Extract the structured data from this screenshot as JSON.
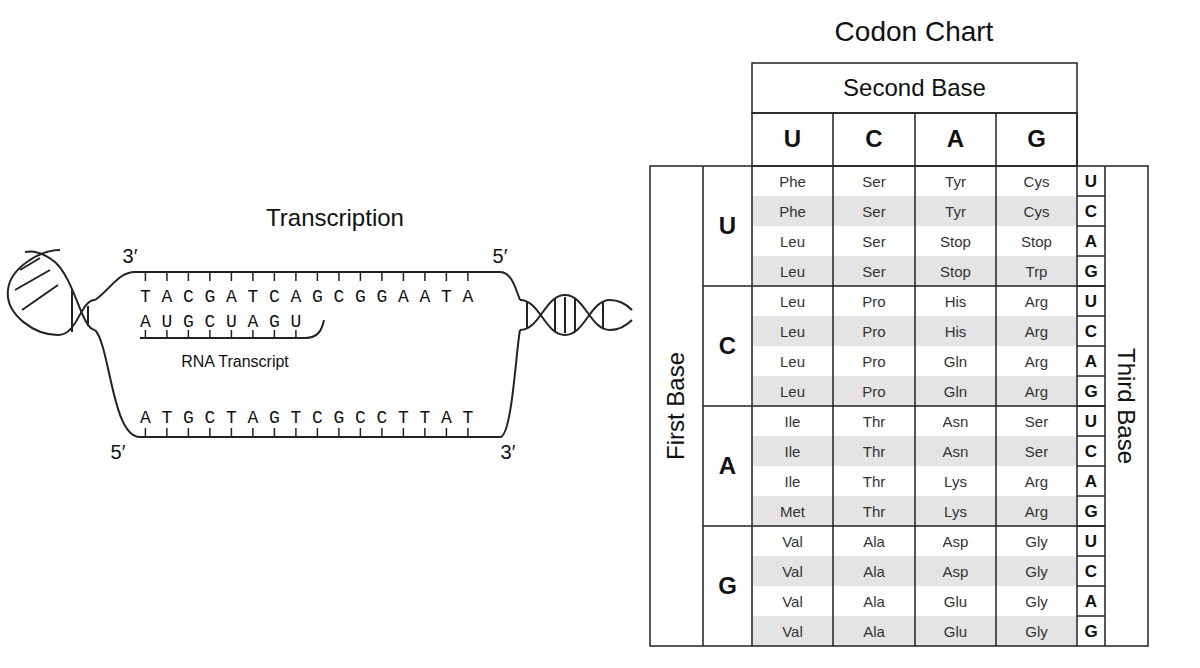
{
  "diagram": {
    "labels": [
      "Transcription",
      "3′",
      "5′",
      "TACGATCAGCGGAATA",
      "AUGCUAGU",
      "RNA Transcript",
      "ATGCTAGTCGCCTTAT",
      "5′",
      "3′",
      "Codon Chart",
      "Second Base",
      "U",
      "C",
      "A",
      "G",
      "First Base",
      "U",
      "C",
      "A",
      "G",
      "Third Base",
      "Phe",
      "Ser",
      "Tyr",
      "Cys",
      "U",
      "Phe",
      "Ser",
      "Tyr",
      "Cys",
      "C",
      "Leu",
      "Ser",
      "Stop",
      "Stop",
      "A",
      "Leu",
      "Ser",
      "Stop",
      "Trp",
      "G",
      "Leu",
      "Pro",
      "His",
      "Arg",
      "U",
      "Leu",
      "Pro",
      "His",
      "Arg",
      "C",
      "Leu",
      "Pro",
      "Gln",
      "Arg",
      "A",
      "Leu",
      "Pro",
      "Gln",
      "Arg",
      "G",
      "Ile",
      "Thr",
      "Asn",
      "Ser",
      "U",
      "Ile",
      "Thr",
      "Asn",
      "Ser",
      "C",
      "Ile",
      "Thr",
      "Lys",
      "Arg",
      "A",
      "Met",
      "Thr",
      "Lys",
      "Arg",
      "G",
      "Val",
      "Ala",
      "Asp",
      "Gly",
      "U",
      "Val",
      "Ala",
      "Asp",
      "Gly",
      "C",
      "Val",
      "Ala",
      "Glu",
      "Gly",
      "A",
      "Val",
      "Ala",
      "Glu",
      "Gly",
      "G"
    ]
  }
}
